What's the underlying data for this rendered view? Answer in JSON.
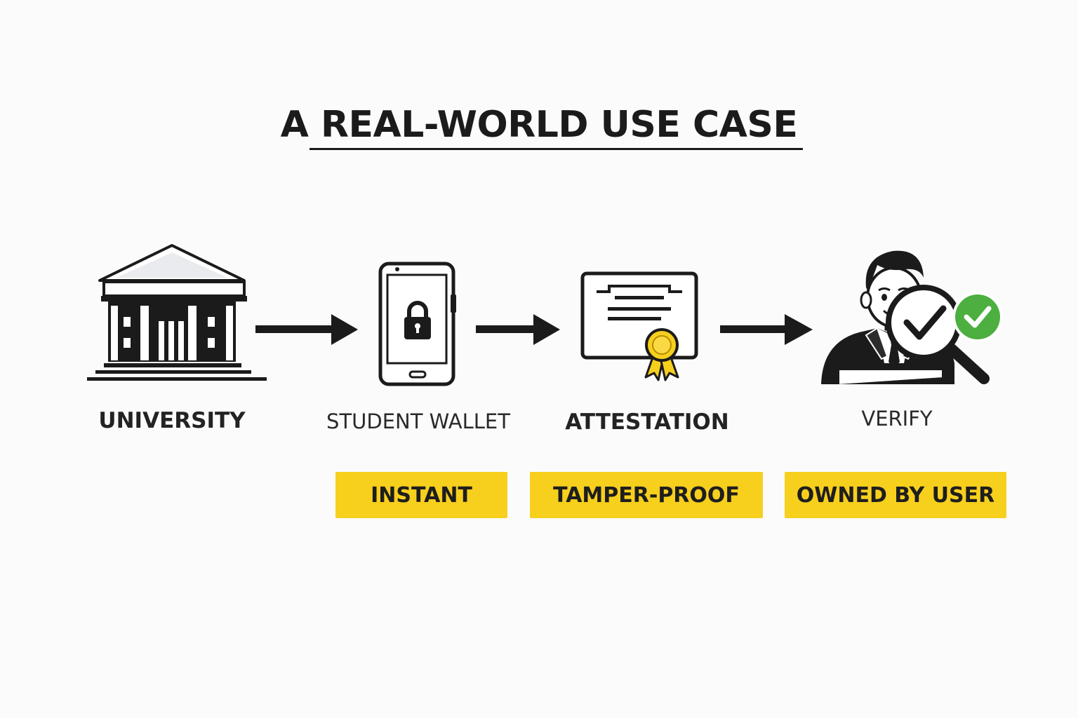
{
  "title": "A REAL-WORLD USE CASE",
  "steps": [
    {
      "label": "UNIVERSITY",
      "icon": "university-building-icon"
    },
    {
      "label": "STUDENT WALLET",
      "icon": "locked-smartphone-icon"
    },
    {
      "label": "ATTESTATION",
      "icon": "certificate-award-icon"
    },
    {
      "label": "VERIFY",
      "icon": "verifier-magnifier-check-icon"
    }
  ],
  "badges": [
    {
      "label": "INSTANT"
    },
    {
      "label": "TAMPER-PROOF"
    },
    {
      "label": "OWNED BY USER"
    }
  ],
  "colors": {
    "accent_yellow": "#f7cf1d",
    "check_green": "#4caf3f",
    "ink": "#1e1e1e",
    "background": "#fbfbfb"
  }
}
